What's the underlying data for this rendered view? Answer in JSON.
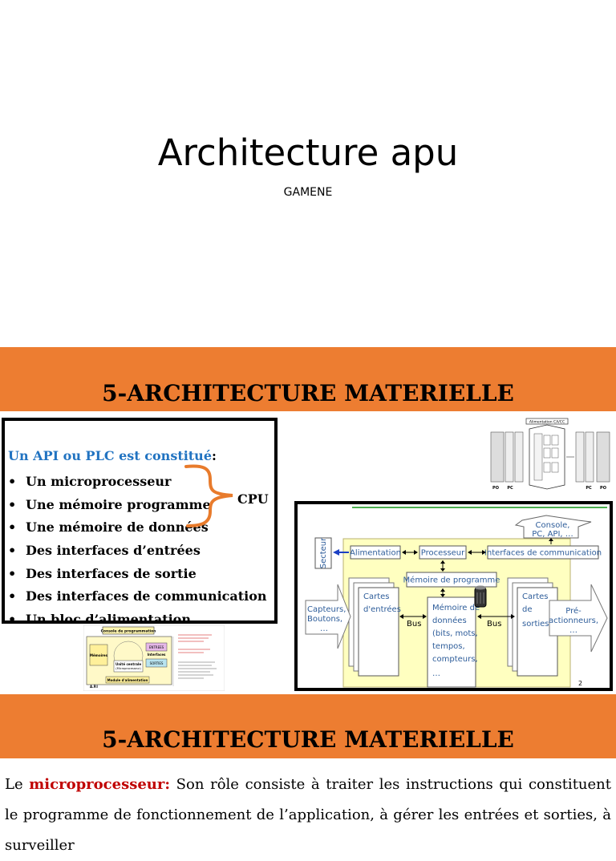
{
  "slide1": {
    "title": "Architecture apu",
    "subtitle": "GAMENE"
  },
  "slide2": {
    "heading": "5-ARCHITECTURE MATERIELLE",
    "intro_text": "Un API ou PLC est constitué",
    "intro_colon": ":",
    "bullet_symbol": "•",
    "items": [
      "Un microprocesseur",
      "Une mémoire programme",
      "Une mémoire de données",
      "Des interfaces d’entrées",
      "Des interfaces de sortie",
      "Des interfaces de communication",
      "Un bloc d’alimentation"
    ],
    "cpu_label": "CPU",
    "diagram_top": {
      "title": "Alimentation CA/CC",
      "footer": [
        "PO",
        "PC",
        "PC",
        "PO"
      ]
    },
    "diagram_small": {
      "title": "Console de programmation",
      "memoires": "Mémoires",
      "entrees": "ENTREES",
      "interfaces": "Interfaces",
      "sorties": "SORTIES",
      "unite": "Unité centrale",
      "micro": "(Microprocesseur)",
      "module": "Module d'alimentation",
      "api": "A.P.I"
    },
    "diagram_main": {
      "secteur": "Secteur",
      "alimentation": "Alimentation",
      "processeur": "Processeur",
      "interfaces_comm": "Interfaces de communication",
      "console_lines": [
        "Console,",
        "PC, API, …"
      ],
      "memoire_programme": "Mémoire de programme",
      "cartes_entrees": [
        "Cartes",
        "d'entrées"
      ],
      "memoire_donnees": [
        "Mémoire de",
        "données",
        "(bits, mots,",
        "tempos,",
        "compteurs,",
        "…"
      ],
      "cartes_sorties": [
        "Cartes",
        "de",
        "sorties"
      ],
      "capteurs": [
        "Capteurs,",
        "Boutons,",
        "…"
      ],
      "pre_actionneurs": [
        "Pré-",
        "actionneurs,",
        "…"
      ],
      "bus_left": "Bus",
      "bus_right": "Bus",
      "page_number": "2"
    }
  },
  "slide3": {
    "heading": "5-ARCHITECTURE MATERIELLE",
    "para_start": "Le ",
    "keyword": "microprocesseur:",
    "para_rest": " Son rôle consiste à traiter les instructions qui constituent le programme de fonctionnement de l’application, à gérer les entrées et sorties, à surveiller"
  },
  "colors": {
    "orange_band": "#ED7D31",
    "intro_blue": "#2173C1",
    "keyword_red": "#C00000",
    "brace_orange": "#E87B2C",
    "diagram_yellow": "#FFFFC0"
  }
}
